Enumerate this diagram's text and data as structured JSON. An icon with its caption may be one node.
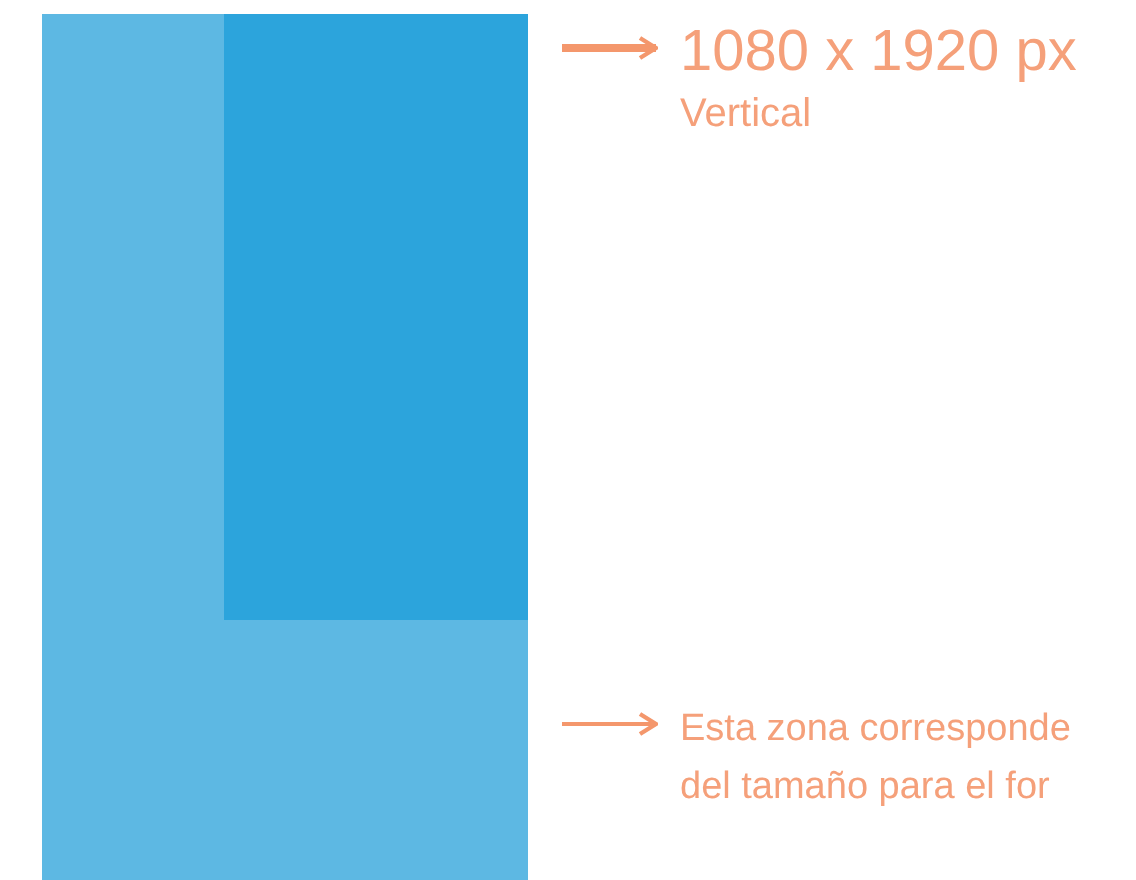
{
  "diagram": {
    "nodes": [
      {
        "text": [],
        "shape": "box"
      },
      {
        "text": [],
        "shape": "box",
        "in": 0
      },
      {
        "text": [
          "1080 x 1920 px",
          "Vertical"
        ]
      },
      {
        "text": [
          "Esta zona corresponde del tamaño para el for"
        ]
      }
    ],
    "edges": [
      {
        "from": null,
        "to": 2,
        "arrow": "to",
        "style": "thick"
      },
      {
        "from": null,
        "to": 3,
        "arrow": "to"
      }
    ]
  }
}
